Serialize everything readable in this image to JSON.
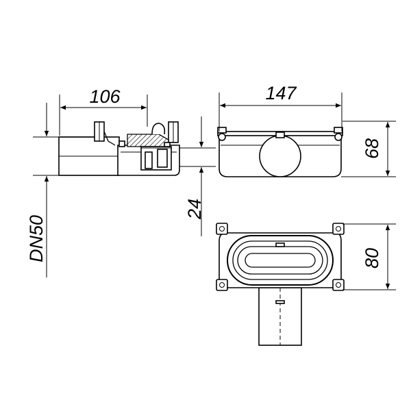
{
  "dimensions": {
    "side_length": "106",
    "front_width": "147",
    "front_height": "68",
    "outlet_drop": "24",
    "outlet_size": "DN50",
    "top_width": "80"
  }
}
